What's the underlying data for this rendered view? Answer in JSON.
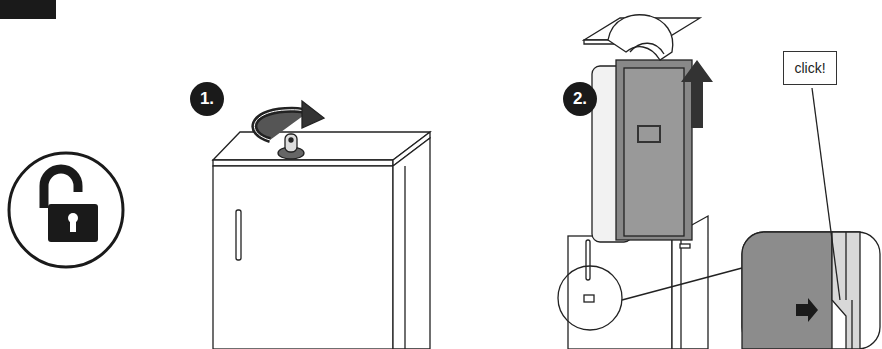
{
  "diagram": {
    "nodes": [
      {
        "text": [
          "1."
        ]
      },
      {
        "text": [
          "2."
        ]
      },
      {
        "text": [
          "click!"
        ]
      }
    ]
  }
}
